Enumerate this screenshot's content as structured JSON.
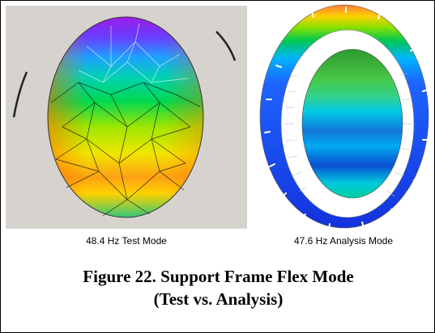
{
  "figure": {
    "title_line1": "Figure 22. Support Frame Flex Mode",
    "title_line2": "(Test vs. Analysis)"
  },
  "panels": {
    "test": {
      "caption": "48.4 Hz Test Mode"
    },
    "analysis": {
      "caption": "47.6 Hz Analysis Mode"
    }
  },
  "colors": {
    "panel_background": "#d6d3ce",
    "contour": [
      "#8a2be2",
      "#4169e1",
      "#00bfff",
      "#00c878",
      "#7cd800",
      "#e8e800",
      "#ffa500",
      "#ff4500"
    ],
    "ring_blue": "#1e3cdc"
  }
}
